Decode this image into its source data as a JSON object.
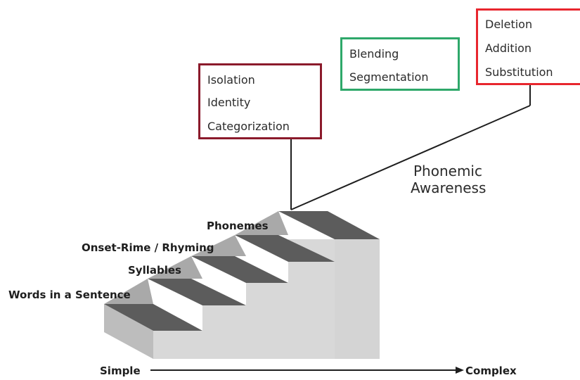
{
  "colors": {
    "box1_border": "#8b1a2b",
    "box2_border": "#2ea86a",
    "box3_border": "#e8262e",
    "stair_top": "#5c5c5c",
    "stair_riser": "#d8d8d8",
    "stair_side": "#bdbdbd",
    "line": "#1e1e1e"
  },
  "boxes": [
    {
      "items": [
        "Isolation",
        "Identity",
        "Categorization"
      ]
    },
    {
      "items": [
        "Blending",
        "Segmentation"
      ]
    },
    {
      "items": [
        "Deletion",
        "Addition",
        "Substitution"
      ]
    }
  ],
  "steps": [
    "Words in a Sentence",
    "Syllables",
    "Onset-Rime / Rhyming",
    "Phonemes"
  ],
  "phonemic_awareness": {
    "line1": "Phonemic",
    "line2": "Awareness"
  },
  "axis": {
    "start": "Simple",
    "end": "Complex"
  }
}
